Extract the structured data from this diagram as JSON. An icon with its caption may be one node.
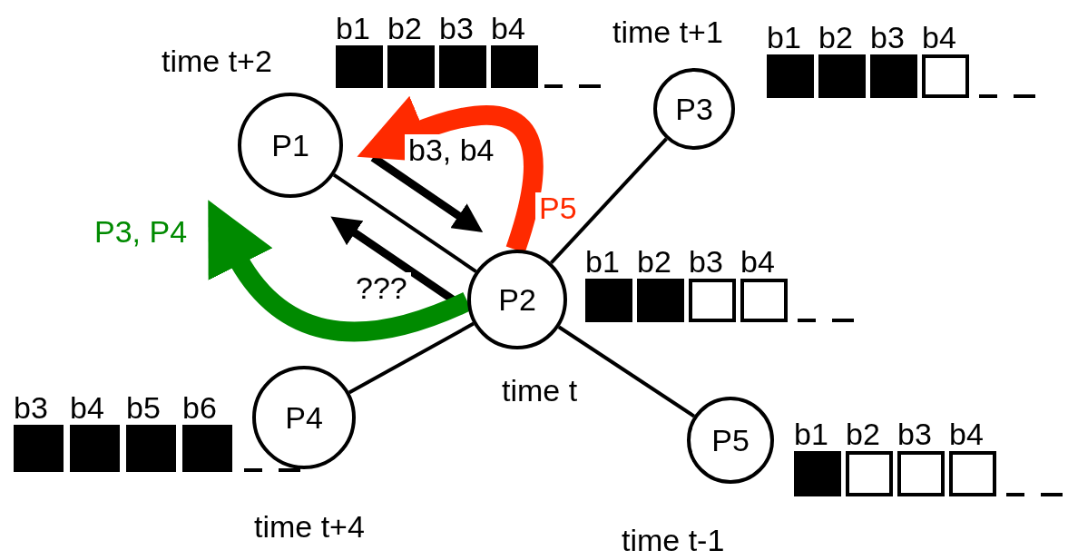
{
  "diagram": {
    "nodes": [
      {
        "text": [
          "P1"
        ],
        "beside": [
          "time t+2"
        ]
      },
      {
        "text": [
          "P3"
        ],
        "beside": [
          "time t+1"
        ]
      },
      {
        "text": [
          "P2"
        ],
        "beside": [
          "time t"
        ]
      },
      {
        "text": [
          "P4"
        ],
        "beside": [
          "time t+4"
        ]
      },
      {
        "text": [
          "P5"
        ],
        "beside": [
          "time t-1"
        ]
      },
      {
        "text": [
          "b1"
        ]
      },
      {
        "text": [
          "b2"
        ]
      },
      {
        "text": [
          "b3"
        ]
      },
      {
        "text": [
          "b4"
        ]
      },
      {
        "text": [
          "b1"
        ]
      },
      {
        "text": [
          "b2"
        ]
      },
      {
        "text": [
          "b3"
        ]
      },
      {
        "text": [
          "b4"
        ]
      },
      {
        "text": [
          "b1"
        ]
      },
      {
        "text": [
          "b2"
        ]
      },
      {
        "text": [
          "b3"
        ]
      },
      {
        "text": [
          "b4"
        ]
      },
      {
        "text": [
          "b3"
        ]
      },
      {
        "text": [
          "b4"
        ]
      },
      {
        "text": [
          "b5"
        ]
      },
      {
        "text": [
          "b6"
        ]
      },
      {
        "text": [
          "b1"
        ]
      },
      {
        "text": [
          "b2"
        ]
      },
      {
        "text": [
          "b3"
        ]
      },
      {
        "text": [
          "b4"
        ]
      }
    ],
    "edges": [
      {
        "from": 0,
        "to": 2,
        "arrow": "none"
      },
      {
        "from": 2,
        "to": 1,
        "arrow": "none"
      },
      {
        "from": 2,
        "to": 3,
        "arrow": "none"
      },
      {
        "from": 2,
        "to": 4,
        "arrow": "none"
      },
      {
        "from": 0,
        "to": 2,
        "arrow": "to",
        "style": "thick",
        "label": "b3, b4"
      },
      {
        "from": 2,
        "to": 0,
        "arrow": "to",
        "style": "thick",
        "label": "???"
      },
      {
        "from": 2,
        "to": 0,
        "arrow": "to",
        "style": "thick",
        "color": "#ff2a00",
        "label": "P5"
      },
      {
        "from": 2,
        "to": 0,
        "arrow": "to",
        "style": "thick",
        "color": "#008a00",
        "label": "P3, P4"
      }
    ]
  }
}
